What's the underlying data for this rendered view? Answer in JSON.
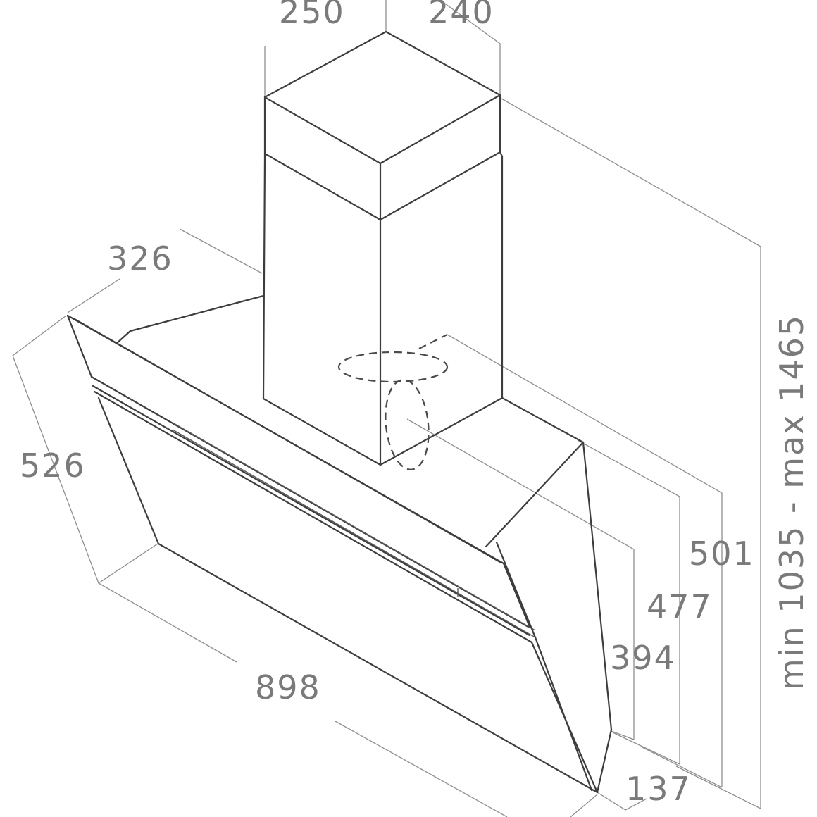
{
  "diagram": {
    "dimensions": {
      "chimney_width": "250",
      "chimney_depth": "240",
      "hood_top_depth": "326",
      "glass_height": "526",
      "hood_width": "898",
      "depth_137": "137",
      "height_394": "394",
      "height_477": "477",
      "height_501": "501",
      "total_height": "min 1035 - max 1465"
    }
  }
}
